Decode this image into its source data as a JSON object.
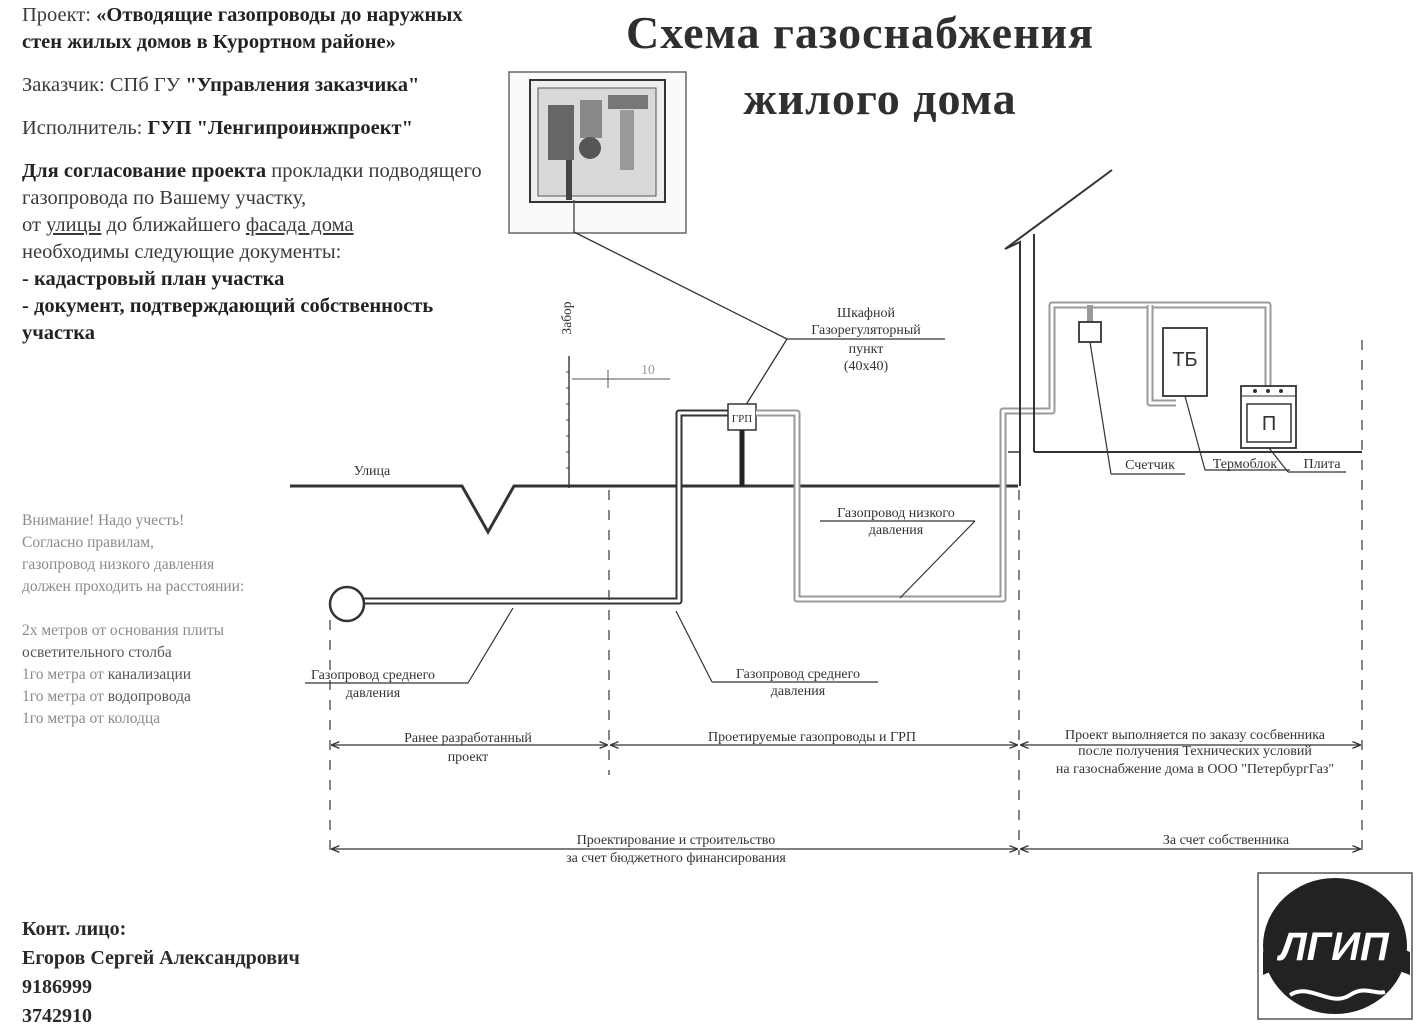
{
  "title": {
    "line1": "Схема газоснабжения",
    "line2": "жилого  дома"
  },
  "info": {
    "project_prefix": "Проект: ",
    "project_name": "«Отводящие газопроводы до наружных стен жилых домов в Курортном районе»",
    "customer_prefix": "Заказчик: СПб ГУ  ",
    "customer_name": "\"Управления заказчика\"",
    "executor_prefix": "Исполнитель: ",
    "executor_name": "ГУП \"Ленгипроинжпроект\"",
    "docs_bold": "Для согласование проекта",
    "docs_text1": " прокладки подводящего газопровода по Вашему участку,",
    "docs_text2_a": "от ",
    "docs_text2_street": "улицы",
    "docs_text2_b": " до ближайшего ",
    "docs_text2_facade": "фасада дома",
    "docs_text3": "необходимы следующие документы:",
    "doc_item1": "- кадастровый план участка",
    "doc_item2": "- документ, подтверждающий собственность участка"
  },
  "warning": {
    "line1": "Внимание! Надо учесть!",
    "line2": "Согласно правилам,",
    "line3": "газопровод низкого давления",
    "line4": "должен проходить на расстоянии:",
    "dist1_a": "2х метров от основания плиты",
    "dist1_b": "осветительного столба",
    "dist2_a": "1го метра от ",
    "dist2_b": "канализации",
    "dist3_a": "1го метра от ",
    "dist3_b": "водопровода",
    "dist4": "1го метра от колодца"
  },
  "contact": {
    "label": "Конт. лицо:",
    "name": "Егоров Сергей Александрович",
    "phone1": "9186999",
    "phone2": "3742910"
  },
  "diagram": {
    "fence": "Забор",
    "dim_value": "10",
    "grp_cabinet": [
      "Шкафной",
      "Газорегуляторный",
      "пункт",
      "(40х40)"
    ],
    "grp_short": "ГРП",
    "street": "Улица",
    "low_pressure": [
      "Газопровод низкого",
      "давления"
    ],
    "medium_left": [
      "Газопровод среднего",
      "давления"
    ],
    "medium_right": [
      "Газопровод среднего",
      "давления"
    ],
    "meter": "Счетчик",
    "heater_block": "Термоблок",
    "stove": "Плита",
    "tb_box": "ТБ",
    "stove_box": "П",
    "zone_prev": [
      "Ранее разработанный",
      "проект"
    ],
    "zone_designed": "Проетируемые газопроводы и ГРП",
    "zone_owner_order": [
      "Проект выполняется по заказу сосбвенника",
      "после получения Технических условий",
      "на газоснабжение дома в ООО \"ПетербургГаз\""
    ],
    "zone_budget": [
      "Проектирование и строительство",
      "за счет бюджетного финансирования"
    ],
    "zone_owner_pay": "За счет собственника"
  },
  "logo": {
    "text": "ЛГИП"
  }
}
